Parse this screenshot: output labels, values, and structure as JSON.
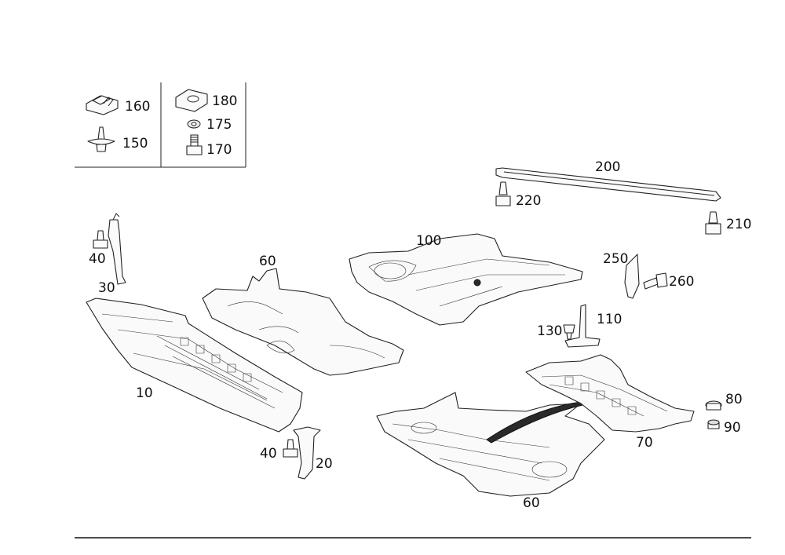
{
  "diagram": {
    "legend": {
      "left": [
        {
          "id": "l160",
          "label": "160",
          "icon": "clip-nut-icon"
        },
        {
          "id": "l150",
          "label": "150",
          "icon": "push-rivet-icon"
        }
      ],
      "right": [
        {
          "id": "l180",
          "label": "180",
          "icon": "spring-nut-icon"
        },
        {
          "id": "l175",
          "label": "175",
          "icon": "washer-icon"
        },
        {
          "id": "l170",
          "label": "170",
          "icon": "hex-bolt-icon"
        }
      ]
    },
    "callouts": {
      "c200": "200",
      "c220": "220",
      "c210": "210",
      "c100": "100",
      "c250": "250",
      "c260": "260",
      "c110": "110",
      "c130": "130",
      "c40a": "40",
      "c30": "30",
      "c60a": "60",
      "c10": "10",
      "c40b": "40",
      "c20": "20",
      "c60b": "60",
      "c80": "80",
      "c90": "90",
      "c70": "70"
    }
  }
}
